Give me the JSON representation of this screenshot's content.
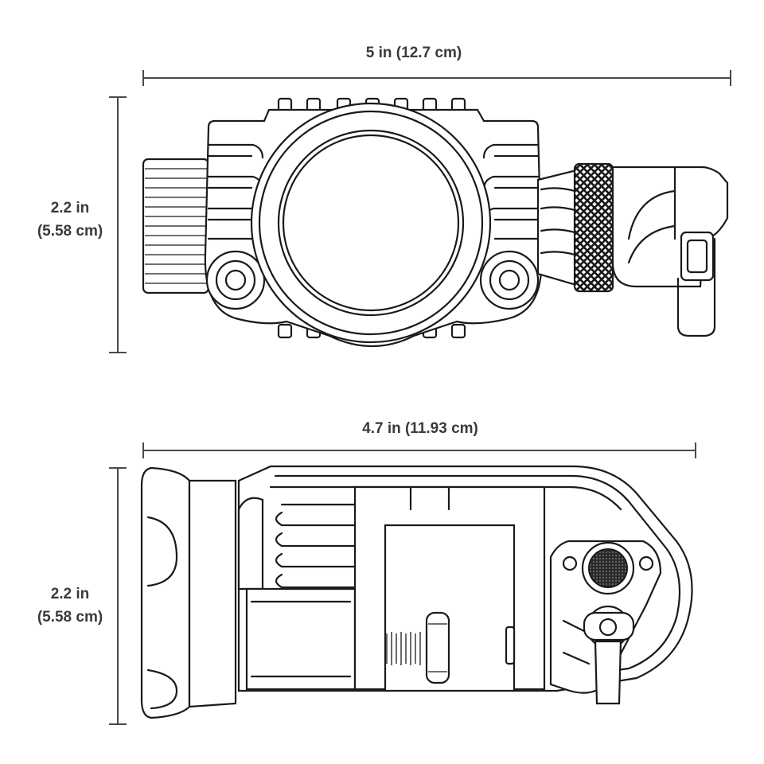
{
  "top_view": {
    "width_label": "5 in (12.7 cm)",
    "height_label_line1": "2.2 in",
    "height_label_line2": "(5.58 cm)"
  },
  "side_view": {
    "width_label": "4.7 in (11.93 cm)",
    "height_label_line1": "2.2 in",
    "height_label_line2": "(5.58 cm)"
  },
  "colors": {
    "line": "#1a1a1a",
    "dimension": "#4a4a4a",
    "background": "#ffffff"
  }
}
